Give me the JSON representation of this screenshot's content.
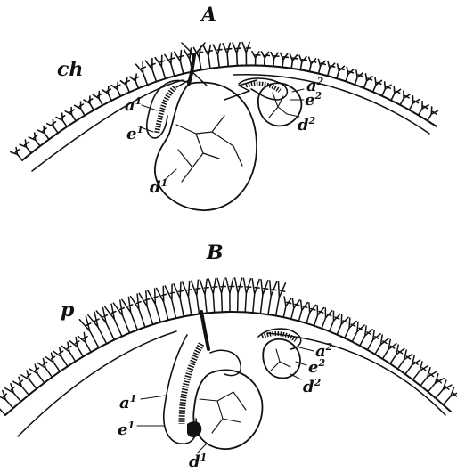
{
  "figure": {
    "panel_a": {
      "panel_label": "A",
      "chorion_label": "ch",
      "labels": [
        {
          "id": "a1",
          "base": "a",
          "sup": "1"
        },
        {
          "id": "e1",
          "base": "e",
          "sup": "1"
        },
        {
          "id": "d1",
          "base": "d",
          "sup": "1"
        },
        {
          "id": "a2",
          "base": "a",
          "sup": "2"
        },
        {
          "id": "e2",
          "base": "e",
          "sup": "2"
        },
        {
          "id": "d2",
          "base": "d",
          "sup": "2"
        }
      ]
    },
    "panel_b": {
      "panel_label": "B",
      "placenta_label": "p",
      "labels": [
        {
          "id": "a1",
          "base": "a",
          "sup": "1"
        },
        {
          "id": "e1",
          "base": "e",
          "sup": "1"
        },
        {
          "id": "d1",
          "base": "d",
          "sup": "1"
        },
        {
          "id": "a2",
          "base": "a",
          "sup": "2"
        },
        {
          "id": "e2",
          "base": "e",
          "sup": "2"
        },
        {
          "id": "d2",
          "base": "d",
          "sup": "2"
        }
      ]
    }
  }
}
